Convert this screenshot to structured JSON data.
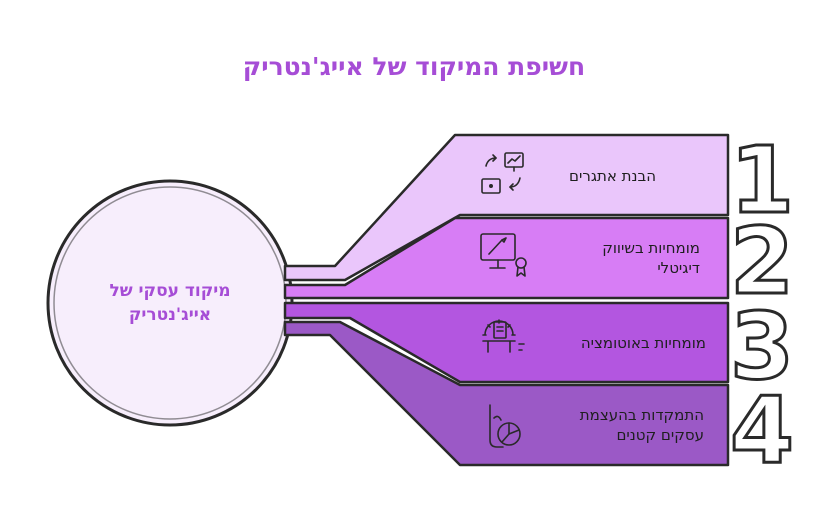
{
  "title": "חשיפת המיקוד של אייג'נטריק",
  "center": {
    "line1": "מיקוד עסקי של",
    "line2": "אייג'נטריק"
  },
  "items": [
    {
      "number": "1",
      "lines": [
        "הבנת אתגרים"
      ],
      "icon": "presentation-arrows-icon",
      "color": "#eac6fb"
    },
    {
      "number": "2",
      "lines": [
        "מומחיות בשיווק",
        "דיגיטלי"
      ],
      "icon": "monitor-brush-award-icon",
      "color": "#d77df5"
    },
    {
      "number": "3",
      "lines": [
        "מומחיות באוטומציה"
      ],
      "icon": "gear-document-icon",
      "color": "#b356e0"
    },
    {
      "number": "4",
      "lines": [
        "התמקדות בהעצמת",
        "עסקים קטנים"
      ],
      "icon": "hand-pie-icon",
      "color": "#9b59c6"
    }
  ],
  "colors": {
    "title": "#a64dd6",
    "outline": "#2a2a2a",
    "circle_fill": "#f7eefc",
    "number_fill": "#ffffff"
  }
}
